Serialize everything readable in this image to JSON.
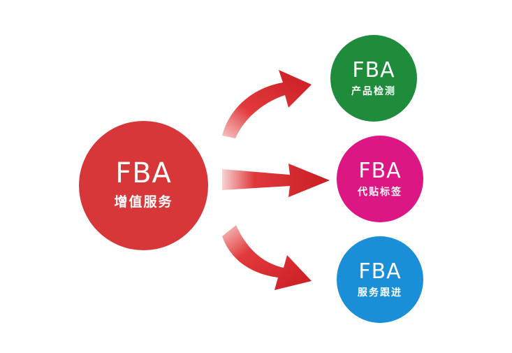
{
  "nodes": {
    "main": {
      "title": "FBA",
      "subtitle": "增值服务"
    },
    "inspection": {
      "title": "FBA",
      "subtitle": "产品检测"
    },
    "labeling": {
      "title": "FBA",
      "subtitle": "代贴标签"
    },
    "followup": {
      "title": "FBA",
      "subtitle": "服务跟进"
    }
  },
  "colors": {
    "main": "#d8373a",
    "inspection": "#1e8c3a",
    "labeling": "#dc1683",
    "followup": "#1a8fd8",
    "arrow": "#d8262c"
  }
}
